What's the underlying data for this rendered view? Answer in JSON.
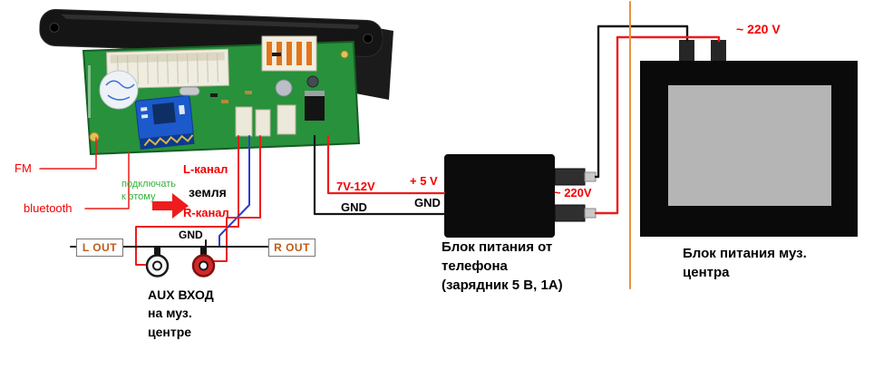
{
  "labels": {
    "fm": "FM",
    "bluetooth": "bluetooth",
    "connect_to_this": "подключать\nк этому",
    "l_channel": "L-канал",
    "ground_word": "земля",
    "r_channel": "R-канал",
    "gnd_left": "GND",
    "l_out": "L OUT",
    "r_out": "R OUT",
    "aux_caption": "AUX ВХОД\nна муз.\nцентре",
    "v_7_12": "7V-12V",
    "plus_5v": "+ 5 V",
    "gnd_mid_left": "GND",
    "gnd_mid_right": "GND",
    "v220_connector": "~ 220V",
    "v220_mains": "~ 220 V",
    "phone_psu_caption": "Блок питания от\nтелефона\n(зарядник 5 В, 1А)",
    "music_psu_caption": "Блок питания муз.\nцентра"
  },
  "colors": {
    "label_red": "#f40000",
    "label_green": "#35b43a",
    "wire_red": "#ee1c1c",
    "wire_black": "#161616",
    "wire_blue": "#2a3dd0",
    "wire_orange": "#e8913f",
    "out_text": "#bf5b17",
    "pcb_green": "#28913b",
    "bt_blue": "#1c59cb"
  }
}
